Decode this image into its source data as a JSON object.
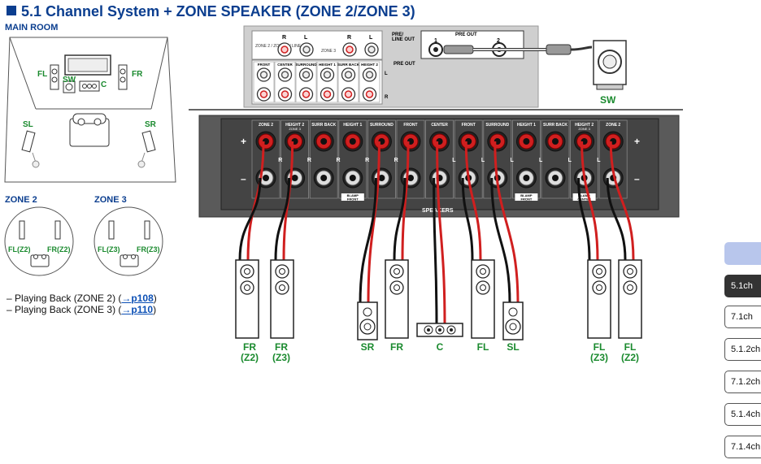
{
  "header": {
    "title": "5.1 Channel System + ZONE SPEAKER (ZONE 2/ZONE 3)"
  },
  "room": {
    "main_label": "MAIN ROOM",
    "FL": "FL",
    "FR": "FR",
    "SW": "SW",
    "C": "C",
    "SL": "SL",
    "SR": "SR"
  },
  "zones": {
    "zone2_label": "ZONE 2",
    "zone3_label": "ZONE 3",
    "z2_left": "FL(Z2)",
    "z2_right": "FR(Z2)",
    "z3_left": "FL(Z3)",
    "z3_right": "FR(Z3)"
  },
  "notes": {
    "zone2_text": "Playing Back (ZONE 2) (",
    "zone2_arrow": "→",
    "zone2_link": "p108",
    "zone3_text": "Playing Back (ZONE 3) (",
    "zone3_arrow": "→",
    "zone3_link": "p110",
    "dash": "–",
    "close": ")"
  },
  "preout_panel": {
    "zone2_label": "ZONE 2\nZONE B\nLINE OUT",
    "zone3_label": "ZONE 3",
    "R": "R",
    "L": "L",
    "preline_out": "PRE/\nLINE OUT",
    "pre_out_header": "PRE OUT",
    "pre_out_1": "1",
    "pre_out_2": "2",
    "pre_out_label": "PRE OUT",
    "columns": [
      "FRONT",
      "CENTER",
      "SURROUND",
      "HEIGHT 1",
      "SURR BACK",
      "HEIGHT 2"
    ],
    "row_L": "L",
    "row_R": "R"
  },
  "subwoofer": {
    "label": "SW"
  },
  "speaker_panel": {
    "headers": [
      "ZONE 2",
      "HEIGHT 2",
      "SURR BACK",
      "HEIGHT 1",
      "SURROUND",
      "FRONT",
      "CENTER",
      "FRONT",
      "SURROUND",
      "HEIGHT 1",
      "SURR BACK",
      "HEIGHT 2",
      "ZONE 2"
    ],
    "sub_right": "ZONE 3",
    "sub_left": "ZONE 3",
    "channel_marks": [
      "R",
      "R",
      "R",
      "R",
      "R",
      "",
      "L",
      "L",
      "L",
      "L",
      "L",
      "L"
    ],
    "biamp_front": "BI-AMP\nFRONT",
    "biamp_front_left": "BI-AMP\nFRONT",
    "biamp_center": "BI-AMP\nCENTER",
    "speakers_label": "SPEAKERS",
    "plus": "+",
    "minus": "–"
  },
  "speakers": {
    "fr_z2": [
      "FR",
      "(Z2)"
    ],
    "fr_z3": [
      "FR",
      "(Z3)"
    ],
    "sr": "SR",
    "fr": "FR",
    "c": "C",
    "fl": "FL",
    "sl": "SL",
    "fl_z3": [
      "FL",
      "(Z3)"
    ],
    "fl_z2": [
      "FL",
      "(Z2)"
    ]
  },
  "tabs": [
    {
      "label": "",
      "state": "blank"
    },
    {
      "label": "5.1ch",
      "state": "active"
    },
    {
      "label": "7.1ch",
      "state": "normal"
    },
    {
      "label": "5.1.2ch",
      "state": "normal"
    },
    {
      "label": "7.1.2ch",
      "state": "normal"
    },
    {
      "label": "5.1.4ch",
      "state": "normal"
    },
    {
      "label": "7.1.4ch",
      "state": "normal"
    }
  ],
  "colors": {
    "accent_blue": "#0b3e8f",
    "label_green": "#1a8a2e",
    "wire_red": "#d01f1f",
    "panel_dark": "#555555",
    "active_tab": "#333333"
  }
}
